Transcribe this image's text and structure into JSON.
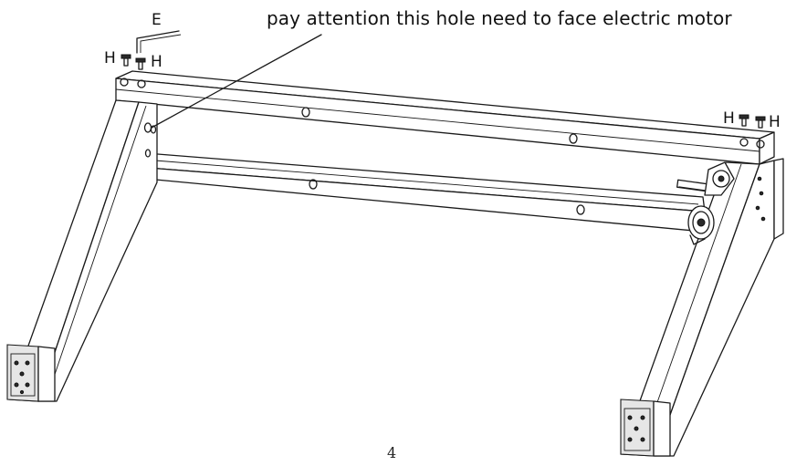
{
  "annotation": {
    "text": "pay attention this hole need to face electric motor"
  },
  "parts": {
    "wrench_label": "E",
    "screw_label": "H"
  },
  "page": {
    "number": "4"
  }
}
